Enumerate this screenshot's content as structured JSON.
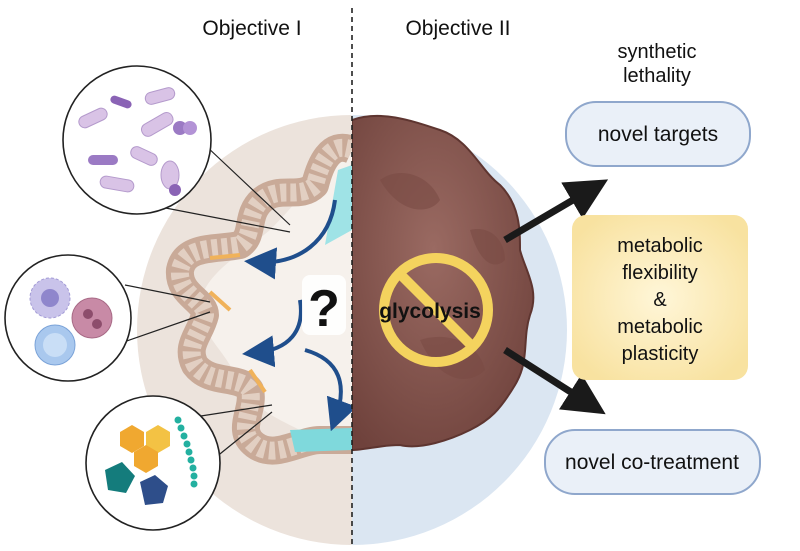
{
  "objectives": {
    "left": "Objective I",
    "right": "Objective II"
  },
  "question_mark": "?",
  "glycolysis": {
    "label": "glycolysis",
    "icon": "prohibited-icon"
  },
  "side": {
    "heading_line1": "synthetic",
    "heading_line2": "lethality",
    "target_box": "novel targets",
    "cotreatment_box": "novel co-treatment",
    "flex_box": [
      "metabolic",
      "flexibility",
      "&",
      "metabolic",
      "plasticity"
    ]
  },
  "colors": {
    "gut_background": "#ece3dc",
    "tumor_halo": "#dbe6f2",
    "tumor": "#8c5a52",
    "box_fill": "#eaf0f8",
    "box_stroke": "#8fa7cc",
    "flex_box_fill": "#fbe9b4",
    "ban_sign": "#f4d35e",
    "arrow_blue": "#1f4e8c",
    "question_red": "#c9302c",
    "black_arrow": "#1a1a1a"
  }
}
